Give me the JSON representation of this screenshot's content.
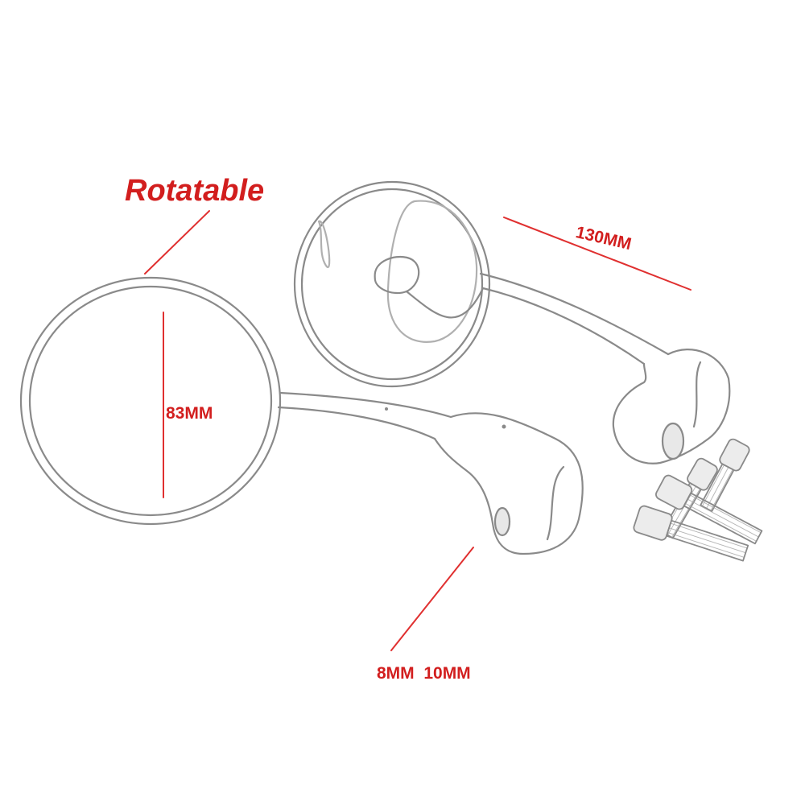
{
  "labels": {
    "rotatable": "Rotatable",
    "diameter": "83MM",
    "arm_length": "130MM",
    "bolt_sizes": "8MM  10MM"
  },
  "colors": {
    "annotation_text": "#d21e1e",
    "dimension_text": "#d21e1e",
    "leader_line": "#e03030",
    "outline": "#8a8a8a",
    "shading": "#bdbdbd"
  },
  "icons": {
    "mirror_left": "round-mirror-icon",
    "mirror_right": "round-mirror-icon",
    "bolts": "bolt-icon"
  }
}
